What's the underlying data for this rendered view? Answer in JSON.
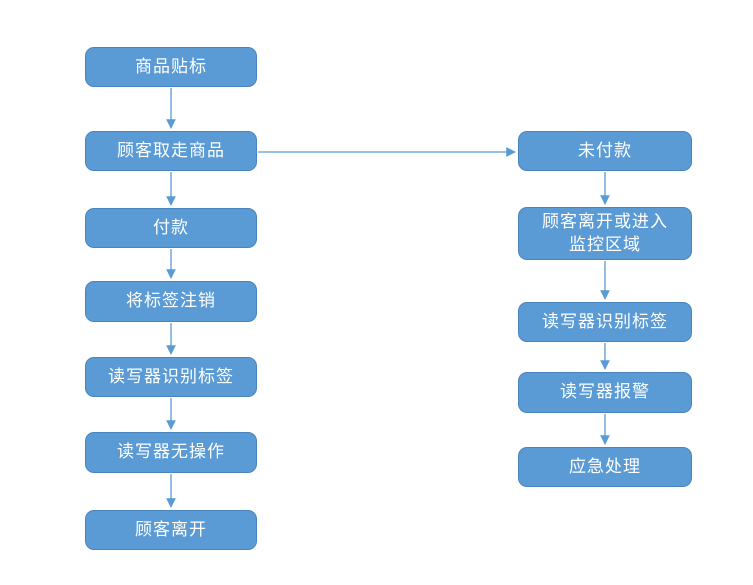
{
  "diagram": {
    "description": "Flowchart with two vertical columns of process steps",
    "left_column": {
      "nodes": [
        {
          "label": "商品贴标"
        },
        {
          "label": "顾客取走商品"
        },
        {
          "label": "付款"
        },
        {
          "label": "将标签注销"
        },
        {
          "label": "读写器识别标签"
        },
        {
          "label": "读写器无操作"
        },
        {
          "label": "顾客离开"
        }
      ]
    },
    "right_column": {
      "nodes": [
        {
          "label": "未付款"
        },
        {
          "label": "顾客离开或进入\n监控区域"
        },
        {
          "label": "读写器识别标签"
        },
        {
          "label": "读写器报警"
        },
        {
          "label": "应急处理"
        }
      ]
    },
    "edges": [
      {
        "from": "商品贴标",
        "to": "顾客取走商品",
        "direction": "down"
      },
      {
        "from": "顾客取走商品",
        "to": "付款",
        "direction": "down"
      },
      {
        "from": "付款",
        "to": "将标签注销",
        "direction": "down"
      },
      {
        "from": "将标签注销",
        "to": "读写器识别标签",
        "direction": "down"
      },
      {
        "from": "读写器识别标签",
        "to": "读写器无操作",
        "direction": "down"
      },
      {
        "from": "读写器无操作",
        "to": "顾客离开",
        "direction": "down"
      },
      {
        "from": "顾客取走商品",
        "to": "未付款",
        "direction": "right"
      },
      {
        "from": "未付款",
        "to": "顾客离开或进入监控区域",
        "direction": "down"
      },
      {
        "from": "顾客离开或进入监控区域",
        "to": "读写器识别标签",
        "direction": "down"
      },
      {
        "from": "读写器识别标签",
        "to": "读写器报警",
        "direction": "down"
      },
      {
        "from": "读写器报警",
        "to": "应急处理",
        "direction": "down"
      }
    ],
    "colors": {
      "node_fill": "#5B9BD5",
      "node_border": "#4A84BE",
      "node_text": "#FFFFFF",
      "arrow": "#5B9BD5",
      "background": "#FFFFFF"
    }
  }
}
